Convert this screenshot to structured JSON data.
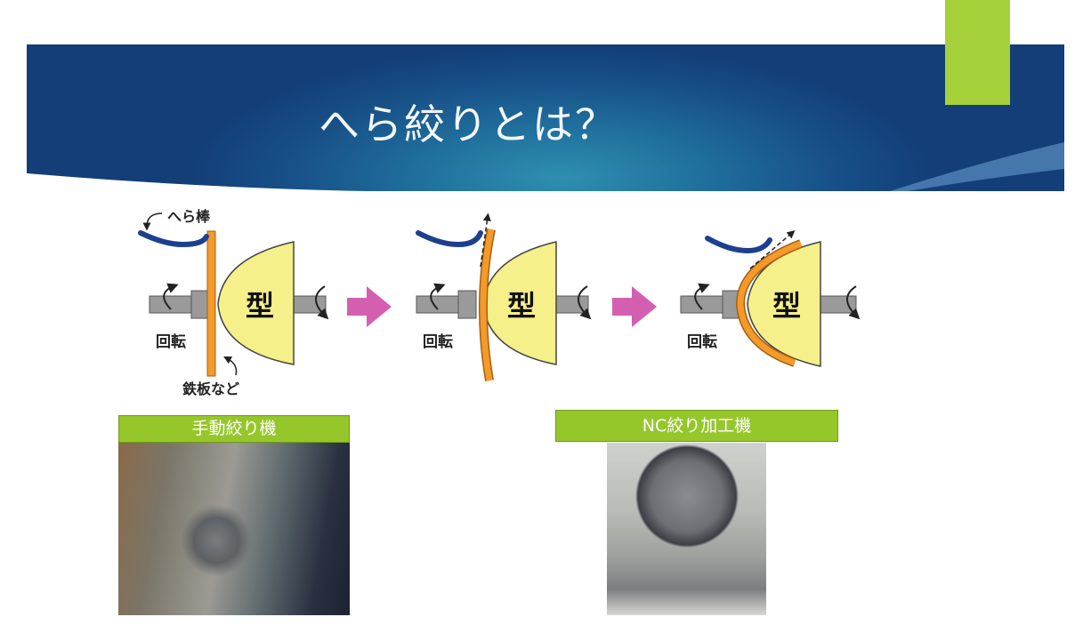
{
  "slide": {
    "title": "へら絞りとは？",
    "accent_color": "#a6d13a",
    "banner_color": "#174e86"
  },
  "diagram": {
    "tool_label": "へら棒",
    "rotation_label": "回転",
    "die_label": "型",
    "sheet_label": "鉄板など",
    "stages": [
      "stage-1-flat-sheet",
      "stage-2-bending",
      "stage-3-formed"
    ]
  },
  "photos": {
    "manual_label": "手動絞り機",
    "nc_label": "NC絞り加工機"
  }
}
